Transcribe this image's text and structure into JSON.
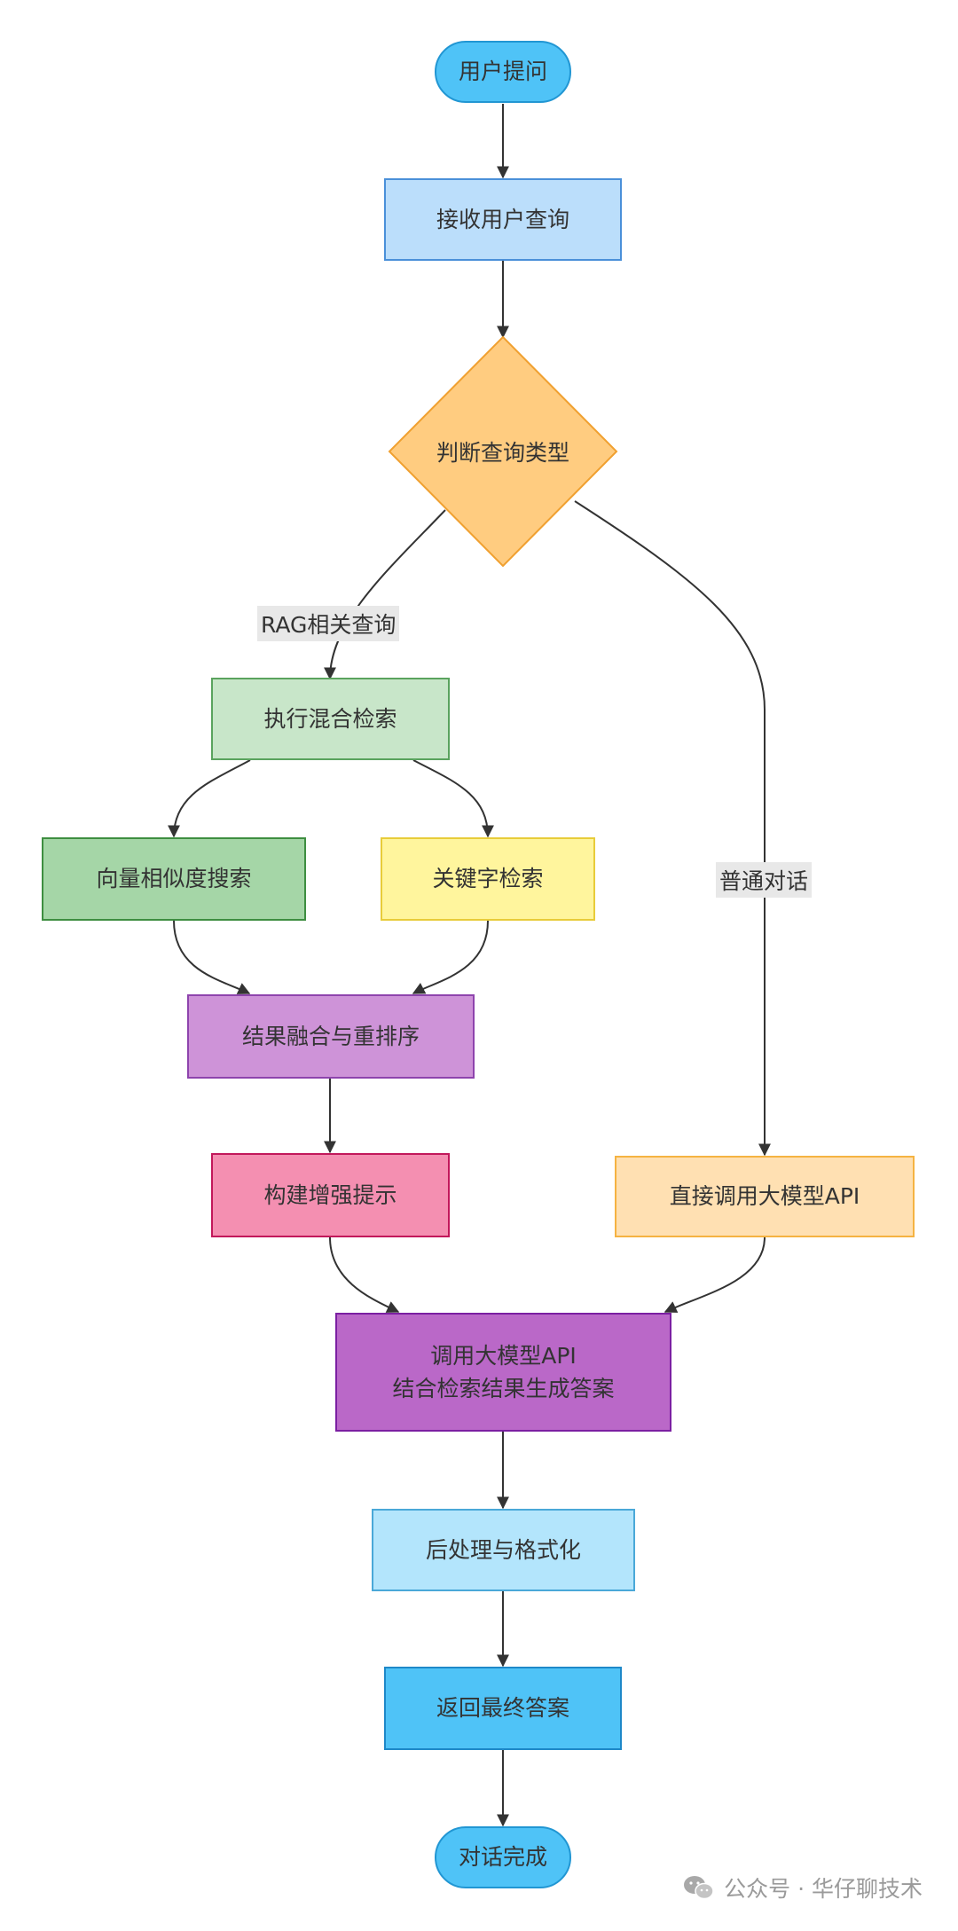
{
  "nodes": {
    "start": "用户提问",
    "receive": "接收用户查询",
    "decide": "判断查询类型",
    "hybrid": "执行混合检索",
    "vector": "向量相似度搜索",
    "keyword": "关键字检索",
    "fusion": "结果融合与重排序",
    "prompt": "构建增强提示",
    "direct": "直接调用大模型API",
    "llm_line1": "调用大模型API",
    "llm_line2": "结合检索结果生成答案",
    "post": "后处理与格式化",
    "final": "返回最终答案",
    "end": "对话完成"
  },
  "edge_labels": {
    "rag": "RAG相关查询",
    "chat": "普通对话"
  },
  "watermark": "公众号 · 华仔聊技术",
  "colors": {
    "stadium": "#4fc3f7",
    "receive": "#bbdefb",
    "decide": "#ffcc80",
    "hybrid": "#c8e6c9",
    "vector": "#a5d6a7",
    "keyword": "#fff59d",
    "fusion": "#ce93d8",
    "prompt": "#f48fb1",
    "direct": "#ffe0b2",
    "llm": "#ba68c8",
    "post": "#b3e5fc",
    "final": "#4fc3f7",
    "edge": "#333333"
  }
}
